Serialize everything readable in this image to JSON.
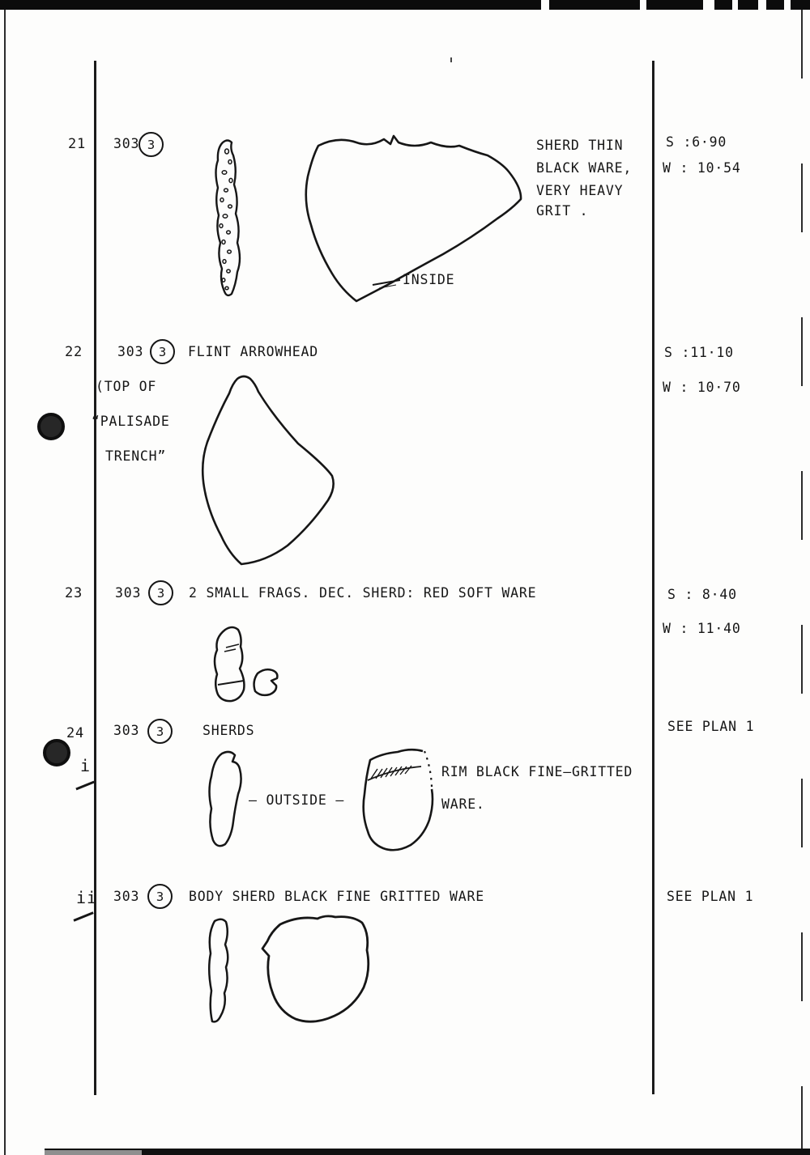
{
  "document": {
    "kind": "finds-register-page",
    "ink_color": "#161616",
    "paper_color": "#fdfdfc"
  },
  "entries": {
    "e21": {
      "no": "21",
      "context": "303",
      "circled": "3",
      "notes": [
        "SHERD THIN",
        "BLACK WARE,",
        "VERY HEAVY",
        "GRIT ."
      ],
      "inside_label": "INSIDE",
      "measure_s": "S :6·90",
      "measure_w": "W : 10·54"
    },
    "e22": {
      "no": "22",
      "context": "303",
      "circled": "3",
      "title": "FLINT ARROWHEAD",
      "margin_line1": "(TOP OF",
      "margin_line2": "“PALISADE",
      "margin_line3": "TRENCH”",
      "measure_s": "S :11·10",
      "measure_w": "W : 10·70"
    },
    "e23": {
      "no": "23",
      "context": "303",
      "circled": "3",
      "title": "2 SMALL FRAGS. DEC. SHERD: RED SOFT WARE",
      "measure_s": "S : 8·40",
      "measure_w": "W : 11·40"
    },
    "e24i": {
      "no": "24",
      "sub": "i",
      "context": "303",
      "circled": "3",
      "title": "SHERDS",
      "outside_label": "— OUTSIDE —",
      "notes": [
        "RIM BLACK FINE—GRITTED",
        "WARE."
      ],
      "plan_ref": "SEE PLAN 1"
    },
    "e24ii": {
      "sub": "ii",
      "context": "303",
      "circled": "3",
      "title": "BODY SHERD BLACK FINE GRITTED WARE",
      "plan_ref": "SEE PLAN 1"
    }
  }
}
